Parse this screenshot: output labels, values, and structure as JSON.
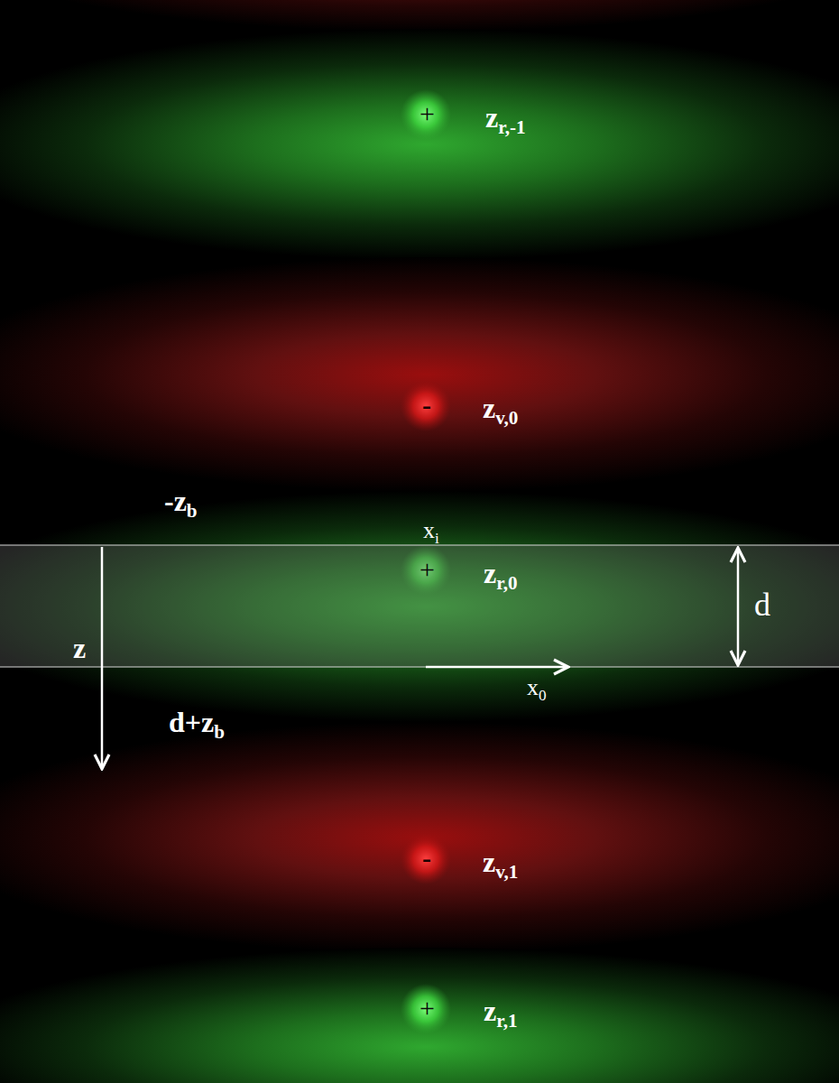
{
  "diagram": {
    "labels": [
      "+",
      "zr,-1",
      "-",
      "zv,0",
      "-zb",
      "xi",
      "+",
      "zr,0",
      "d",
      "z",
      "x0",
      "d+zb",
      "-",
      "zv,1",
      "+",
      "zr,1"
    ]
  }
}
